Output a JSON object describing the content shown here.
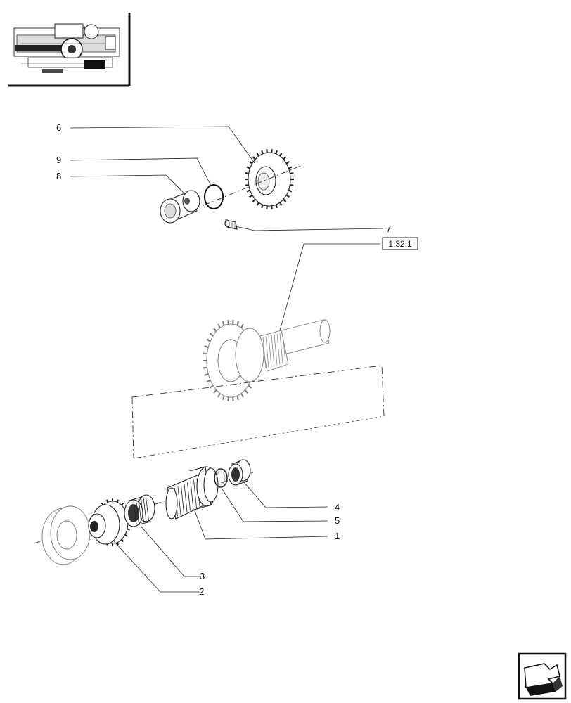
{
  "labels": {
    "c1": "1",
    "c2": "2",
    "c3": "3",
    "c4": "4",
    "c5": "5",
    "c6": "6",
    "c7": "7",
    "c8": "8",
    "c9": "9"
  },
  "reference": "1.32.1",
  "icons": {
    "thumbnail": "machine-thumbnail-icon",
    "nav": "next-page-arrow-icon"
  }
}
